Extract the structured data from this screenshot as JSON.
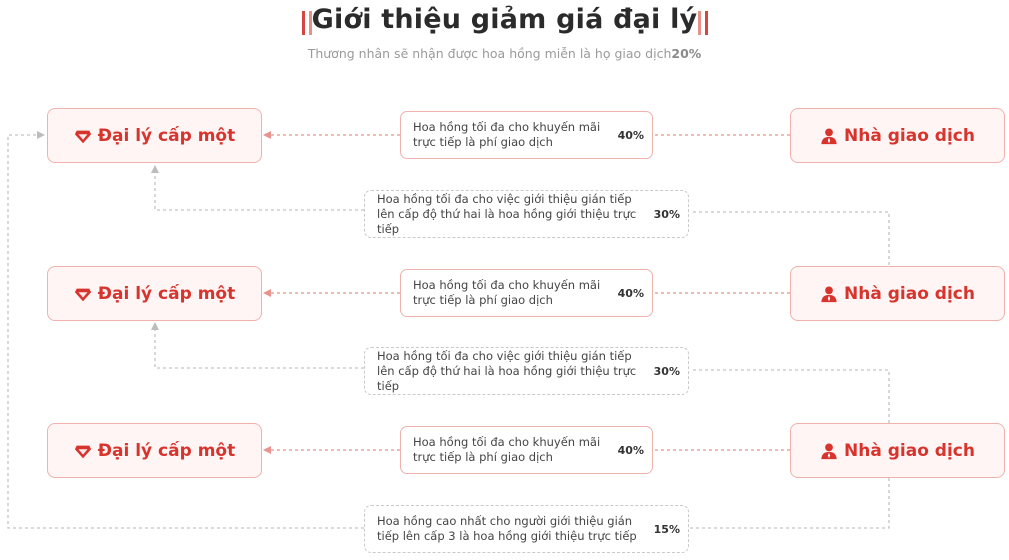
{
  "header": {
    "title": "Giới thiệu giảm giá đại lý",
    "subtitle_text": "Thương nhân sẽ nhận được hoa hồng miễn là họ giao dịch",
    "subtitle_pct": "20%"
  },
  "rows": [
    {
      "agent_label": "Đại lý cấp một",
      "trader_label": "Nhà giao dịch",
      "direct_text": "Hoa hồng tối đa cho khuyến mãi trực tiếp là phí giao dịch",
      "direct_pct": "40%"
    },
    {
      "agent_label": "Đại lý cấp một",
      "trader_label": "Nhà giao dịch",
      "direct_text": "Hoa hồng tối đa cho khuyến mãi trực tiếp là phí giao dịch",
      "direct_pct": "40%"
    },
    {
      "agent_label": "Đại lý cấp một",
      "trader_label": "Nhà giao dịch",
      "direct_text": "Hoa hồng tối đa cho khuyến mãi trực tiếp là phí giao dịch",
      "direct_pct": "40%"
    }
  ],
  "indirect": [
    {
      "text": "Hoa hồng tối đa cho việc giới thiệu gián tiếp lên cấp độ thứ hai là hoa hồng giới thiệu trực tiếp",
      "pct": "30%"
    },
    {
      "text": "Hoa hồng tối đa cho việc giới thiệu gián tiếp lên cấp độ thứ hai là hoa hồng giới thiệu trực tiếp",
      "pct": "30%"
    },
    {
      "text": "Hoa hồng cao nhất cho người giới thiệu gián tiếp lên cấp 3 là hoa hồng giới thiệu trực tiếp",
      "pct": "15%"
    }
  ],
  "colors": {
    "accent": "#d8342e",
    "box_bg": "#fff5f4",
    "box_border": "#f0b2ad",
    "dash_gray": "#c9c9c9"
  },
  "icons": {
    "agent": "diamond-icon",
    "trader": "user-icon"
  }
}
